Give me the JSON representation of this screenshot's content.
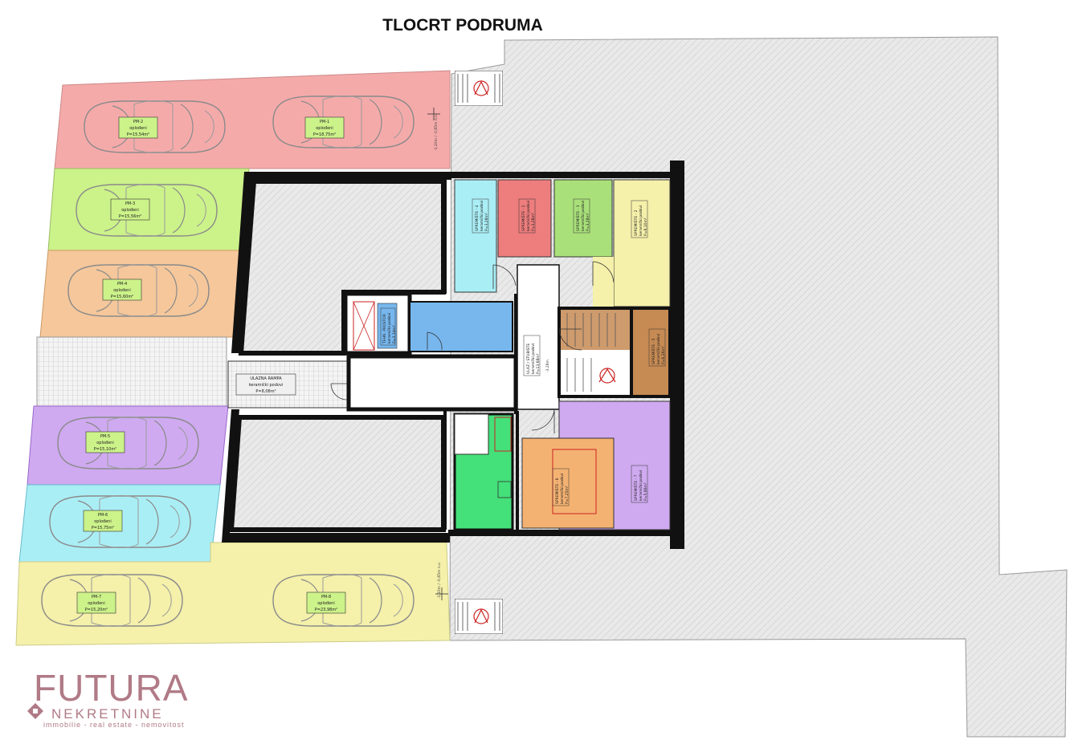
{
  "title": "TLOCRT PODRUMA",
  "colors": {
    "red_zone": "#f5aaaa",
    "green_zone": "#ccf28a",
    "orange_zone": "#f5c79b",
    "purple_zone": "#cfaaf0",
    "cyan_zone": "#aaeef5",
    "yellow_zone": "#f5f0aa",
    "hatch": "#d8d8d8",
    "wall": "#111111",
    "logo": "#b07a86"
  },
  "parking": [
    {
      "id": "PM-2",
      "type": "oplođeni",
      "area": "P=15,54m²"
    },
    {
      "id": "PM-1",
      "type": "oplođeni",
      "area": "P=18,75m²"
    },
    {
      "id": "PM-3",
      "type": "oplođeni",
      "area": "P=15,56m²"
    },
    {
      "id": "PM-4",
      "type": "oplođeni",
      "area": "P=15,60m²"
    },
    {
      "id": "PM-5",
      "type": "oplođeni",
      "area": "P=15,10m²"
    },
    {
      "id": "PM-6",
      "type": "oplođeni",
      "area": "P=15,75m²"
    },
    {
      "id": "PM-7",
      "type": "oplođeni",
      "area": "P=15,20m²"
    },
    {
      "id": "PM-8",
      "type": "oplođeni",
      "area": "P=23,98m²"
    }
  ],
  "rooms": {
    "ramp": {
      "name": "ULAZNA RAMPA",
      "finish": "keramički podovi",
      "area": "P=8,08m²"
    },
    "storage4": {
      "name": "SPREMIŠTE - 4",
      "finish": "keramički podovi",
      "area": "P=3,28m²"
    },
    "storage1": {
      "name": "SPREMIŠTE - 1",
      "finish": "keramički podovi",
      "area": "P=3,28m²"
    },
    "storage3": {
      "name": "SPREMIŠTE - 3",
      "finish": "keramički podovi",
      "area": "P=3,28m²"
    },
    "storage2": {
      "name": "SPREMIŠTE - 2",
      "finish": "keramički podovi",
      "area": "P=8,10m²"
    },
    "storage5": {
      "name": "SPREMIŠTE - 5",
      "finish": "keramički podovi",
      "area": "P=6,26m²"
    },
    "storage6": {
      "name": "SPREMIŠTE - 6",
      "finish": "keramički podovi",
      "area": "P=7,25m²"
    },
    "storage7": {
      "name": "SPREMIŠTE - 7",
      "finish": "keramički podovi",
      "area": "P=5,86m²"
    },
    "lobby": {
      "name": "ULAZ / STUBIŠTE",
      "finish": "keramički podovi",
      "area": "P=13,68m²"
    },
    "tech": {
      "name": "TEHN. PROSTOR",
      "finish": "keramički podovi",
      "area": "P=3,14m²"
    }
  },
  "dimensions": {
    "top": "-1,10m / -0,65m n.v.",
    "bottom": "-1,10m / -0,65m n.v.",
    "level": "-3,28m"
  },
  "logo": {
    "main": "FUTURA",
    "sub": "NEKRETNINE",
    "tagline": "immobilie - real estate - nemovitost"
  }
}
